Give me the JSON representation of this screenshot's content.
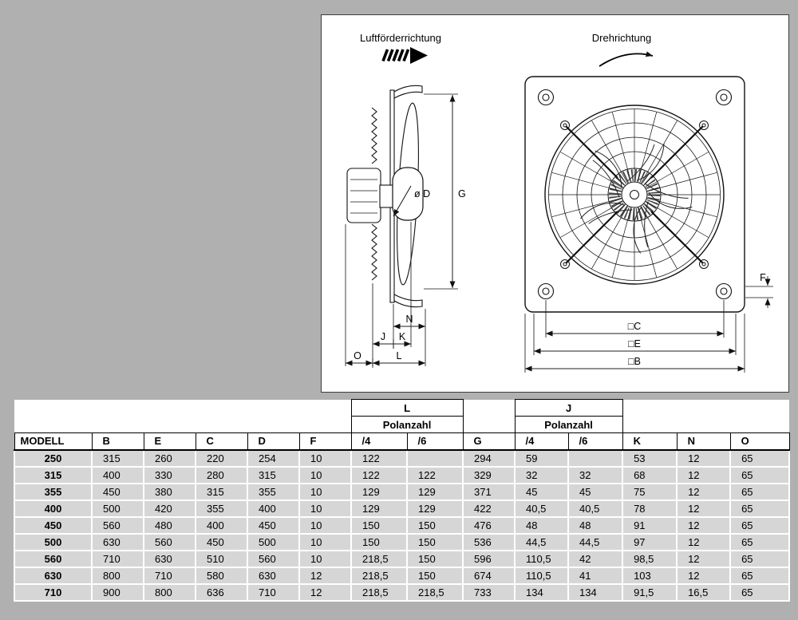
{
  "page": {
    "background": "#b0b0b0",
    "panel_background": "#ffffff",
    "row_background": "#d6d6d6"
  },
  "drawing": {
    "airflow_label": "Luftförderrichtung",
    "rotation_label": "Drehrichtung",
    "dim_labels": {
      "d": "ø D",
      "g": "G",
      "n": "N",
      "j": "J",
      "k": "K",
      "l": "L",
      "o": "O",
      "f": "F",
      "c": "□C",
      "e": "□E",
      "b": "□B"
    }
  },
  "table": {
    "group_l": "L",
    "group_j": "J",
    "polanzahl": "Polanzahl",
    "columns": [
      "MODELL",
      "B",
      "E",
      "C",
      "D",
      "F",
      "/4",
      "/6",
      "G",
      "/4",
      "/6",
      "K",
      "N",
      "O"
    ],
    "rows": [
      [
        "250",
        "315",
        "260",
        "220",
        "254",
        "10",
        "122",
        "",
        "294",
        "59",
        "",
        "53",
        "12",
        "65"
      ],
      [
        "315",
        "400",
        "330",
        "280",
        "315",
        "10",
        "122",
        "122",
        "329",
        "32",
        "32",
        "68",
        "12",
        "65"
      ],
      [
        "355",
        "450",
        "380",
        "315",
        "355",
        "10",
        "129",
        "129",
        "371",
        "45",
        "45",
        "75",
        "12",
        "65"
      ],
      [
        "400",
        "500",
        "420",
        "355",
        "400",
        "10",
        "129",
        "129",
        "422",
        "40,5",
        "40,5",
        "78",
        "12",
        "65"
      ],
      [
        "450",
        "560",
        "480",
        "400",
        "450",
        "10",
        "150",
        "150",
        "476",
        "48",
        "48",
        "91",
        "12",
        "65"
      ],
      [
        "500",
        "630",
        "560",
        "450",
        "500",
        "10",
        "150",
        "150",
        "536",
        "44,5",
        "44,5",
        "97",
        "12",
        "65"
      ],
      [
        "560",
        "710",
        "630",
        "510",
        "560",
        "10",
        "218,5",
        "150",
        "596",
        "110,5",
        "42",
        "98,5",
        "12",
        "65"
      ],
      [
        "630",
        "800",
        "710",
        "580",
        "630",
        "12",
        "218,5",
        "150",
        "674",
        "110,5",
        "41",
        "103",
        "12",
        "65"
      ],
      [
        "710",
        "900",
        "800",
        "636",
        "710",
        "12",
        "218,5",
        "218,5",
        "733",
        "134",
        "134",
        "91,5",
        "16,5",
        "65"
      ]
    ]
  }
}
